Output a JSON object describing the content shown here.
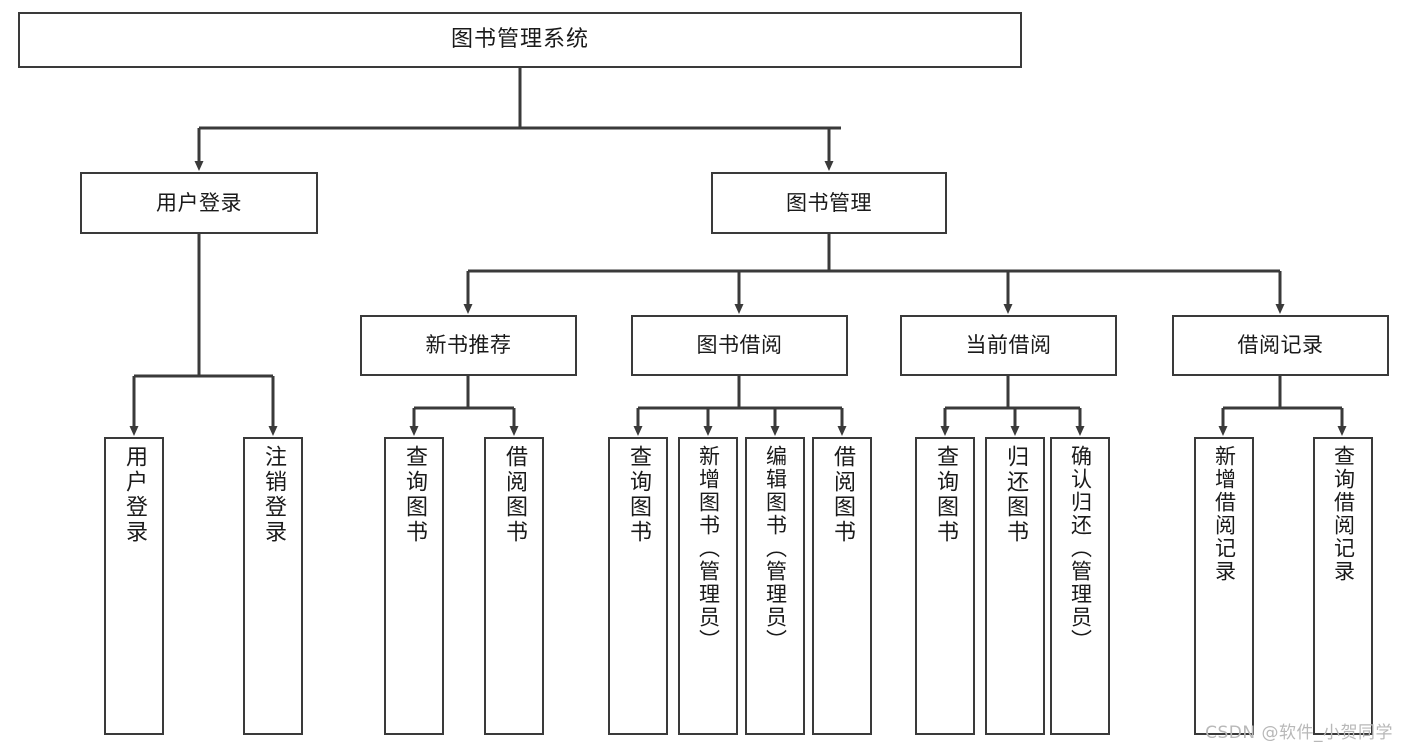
{
  "diagram": {
    "title": "图书管理系统",
    "type": "tree",
    "orientation": "top-down",
    "stroke_color": "#3a3a3a",
    "fill_color": "#ffffff",
    "text_color": "#1a1a1a"
  },
  "nodes": {
    "root": {
      "label": "图书管理系统",
      "level": 0
    },
    "l1": [
      {
        "id": "user_login",
        "label": "用户登录",
        "level": 1
      },
      {
        "id": "book_manage",
        "label": "图书管理",
        "level": 1
      }
    ],
    "l2": [
      {
        "id": "new_book_rec",
        "label": "新书推荐",
        "level": 2,
        "parent": "book_manage"
      },
      {
        "id": "book_borrow",
        "label": "图书借阅",
        "level": 2,
        "parent": "book_manage"
      },
      {
        "id": "current_borrow",
        "label": "当前借阅",
        "level": 2,
        "parent": "book_manage"
      },
      {
        "id": "borrow_record",
        "label": "借阅记录",
        "level": 2,
        "parent": "book_manage"
      }
    ],
    "leaves": [
      {
        "id": "leaf_user_login",
        "label": "用户登录",
        "parent": "user_login"
      },
      {
        "id": "leaf_user_logout",
        "label": "注销登录",
        "parent": "user_login"
      },
      {
        "id": "leaf_rec_query",
        "label": "查询图书",
        "parent": "new_book_rec"
      },
      {
        "id": "leaf_rec_borrow",
        "label": "借阅图书",
        "parent": "new_book_rec"
      },
      {
        "id": "leaf_borrow_query",
        "label": "查询图书",
        "parent": "book_borrow"
      },
      {
        "id": "leaf_borrow_add",
        "label": "新增图书（管理员）",
        "parent": "book_borrow"
      },
      {
        "id": "leaf_borrow_edit",
        "label": "编辑图书（管理员）",
        "parent": "book_borrow"
      },
      {
        "id": "leaf_borrow_do",
        "label": "借阅图书",
        "parent": "book_borrow"
      },
      {
        "id": "leaf_cur_query",
        "label": "查询图书",
        "parent": "current_borrow"
      },
      {
        "id": "leaf_cur_return",
        "label": "归还图书",
        "parent": "current_borrow"
      },
      {
        "id": "leaf_cur_confirm",
        "label": "确认归还（管理员）",
        "parent": "current_borrow"
      },
      {
        "id": "leaf_rec_add",
        "label": "新增借阅记录",
        "parent": "borrow_record"
      },
      {
        "id": "leaf_rec_query_rec",
        "label": "查询借阅记录",
        "parent": "borrow_record"
      }
    ]
  },
  "watermark": {
    "text": "CSDN @软件_小贺同学",
    "color": "#b8b8b8"
  }
}
